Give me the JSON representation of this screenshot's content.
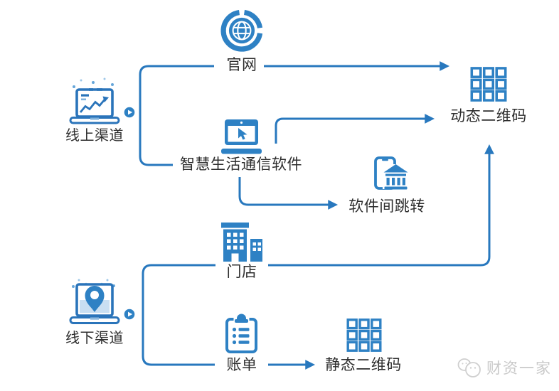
{
  "diagram_type": "flow-diagram",
  "colors": {
    "line_blue": "#2878be",
    "icon_blue": "#2e81c4",
    "icon_dark_blue": "#2a74ba",
    "icon_light_blue": "#c9dff2",
    "text": "#2e2e2e",
    "watermark_gray": "#c9c9c9",
    "background": "#ffffff"
  },
  "nodes": {
    "online_channel": {
      "label": "线上渠道",
      "icon": "laptop-chart-icon"
    },
    "official_site": {
      "label": "官网",
      "icon": "globe-icon"
    },
    "smart_life_app": {
      "label": "智慧生活通信软件",
      "icon": "laptop-cursor-icon"
    },
    "dynamic_qr": {
      "label": "动态二维码",
      "icon": "qr-grid-icon"
    },
    "app_jump": {
      "label": "软件间跳转",
      "icon": "phone-bank-icon"
    },
    "store": {
      "label": "门店",
      "icon": "store-buildings-icon"
    },
    "offline_channel": {
      "label": "线下渠道",
      "icon": "laptop-pin-icon"
    },
    "bill": {
      "label": "账单",
      "icon": "clipboard-list-icon"
    },
    "static_qr": {
      "label": "静态二维码",
      "icon": "qr-grid-icon"
    }
  },
  "edges": [
    {
      "from": "线上渠道",
      "to": "官网",
      "arrow": false
    },
    {
      "from": "线上渠道",
      "to": "智慧生活通信软件",
      "arrow": false
    },
    {
      "from": "官网",
      "to": "动态二维码",
      "arrow": true
    },
    {
      "from": "智慧生活通信软件",
      "to": "动态二维码",
      "arrow": true
    },
    {
      "from": "智慧生活通信软件",
      "to": "软件间跳转",
      "arrow": true
    },
    {
      "from": "线下渠道",
      "to": "门店",
      "arrow": false
    },
    {
      "from": "线下渠道",
      "to": "账单",
      "arrow": false
    },
    {
      "from": "门店",
      "to": "动态二维码",
      "arrow": true
    },
    {
      "from": "账单",
      "to": "静态二维码",
      "arrow": true
    }
  ],
  "watermark": {
    "text": "财资一家"
  }
}
